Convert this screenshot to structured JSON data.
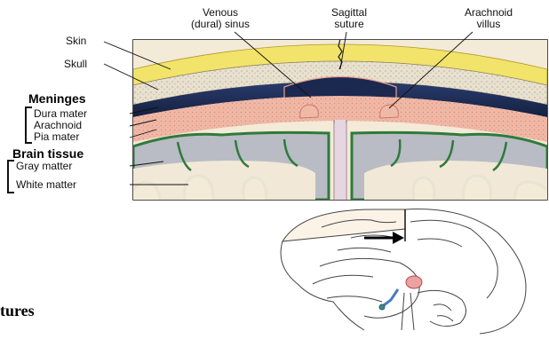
{
  "diagram": {
    "top_labels": {
      "venous_sinus": [
        "Venous",
        "(dural) sinus"
      ],
      "sagittal_suture": [
        "Sagittal",
        "suture"
      ],
      "arachnoid_villus": [
        "Arachnoid",
        "villus"
      ]
    },
    "left_labels": {
      "skin": "Skin",
      "skull": "Skull",
      "meninges_heading": "Meninges",
      "dura_mater": "Dura mater",
      "arachnoid": "Arachnoid",
      "pia_mater": "Pia mater",
      "brain_tissue_heading": "Brain tissue",
      "gray_matter": "Gray matter",
      "white_matter": "White matter"
    },
    "colors": {
      "skin": "#f2e36a",
      "skull": "#e9e1cf",
      "dura": "#1e2d55",
      "arachnoid_space": "#f0b8a6",
      "gray_matter": "#b9bcc4",
      "white_matter": "#f3ead8",
      "pia": "#2f7a3b",
      "border": "#111111"
    }
  },
  "caption": "tures"
}
